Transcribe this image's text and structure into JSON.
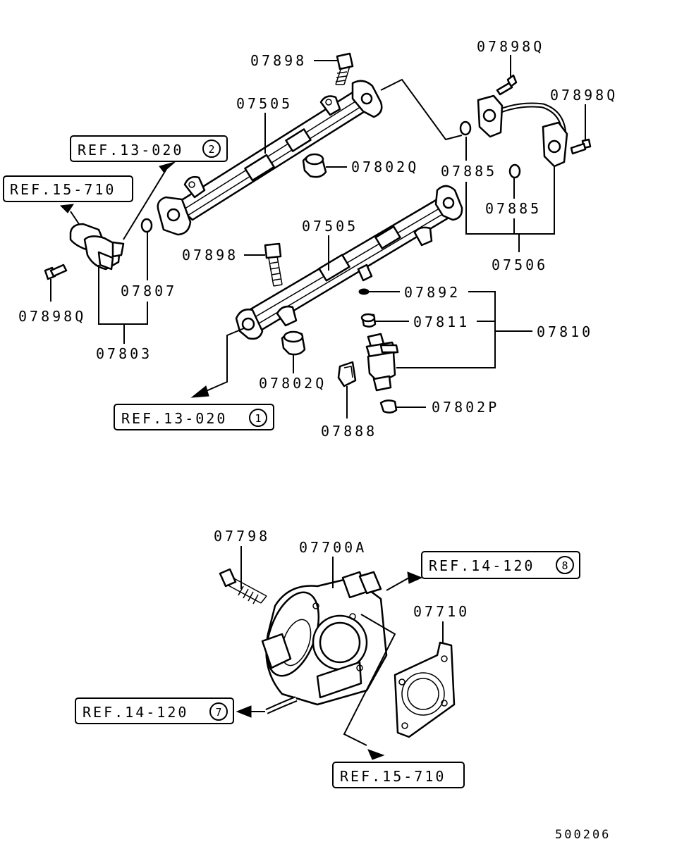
{
  "labels": {
    "bolt_upper": "07898",
    "rail_upper": "07505",
    "bolt_q_top": "07898Q",
    "bolt_q_right": "07898Q",
    "insulator_upper": "07802Q",
    "oring_left": "07885",
    "oring_right": "07885",
    "fuel_pipe": "07506",
    "rail_lower": "07505",
    "bolt_lower": "07898",
    "oring_regulator": "07807",
    "bolt_q_left": "07898Q",
    "regulator": "07803",
    "oring_injector": "07892",
    "grommet": "07811",
    "injector": "07810",
    "insulator_lower": "07802Q",
    "seal_injector": "07802P",
    "clip": "07888",
    "throttle_bolt": "07798",
    "throttle_body": "07700A",
    "gasket": "07710"
  },
  "refs": {
    "ref_13_020_2": {
      "text": "REF.13-020",
      "num": "2"
    },
    "ref_15_710_top": {
      "text": "REF.15-710"
    },
    "ref_13_020_1": {
      "text": "REF.13-020",
      "num": "1"
    },
    "ref_14_120_8": {
      "text": "REF.14-120",
      "num": "8"
    },
    "ref_14_120_7": {
      "text": "REF.14-120",
      "num": "7"
    },
    "ref_15_710_bottom": {
      "text": "REF.15-710"
    }
  },
  "footer": {
    "code": "500206"
  }
}
